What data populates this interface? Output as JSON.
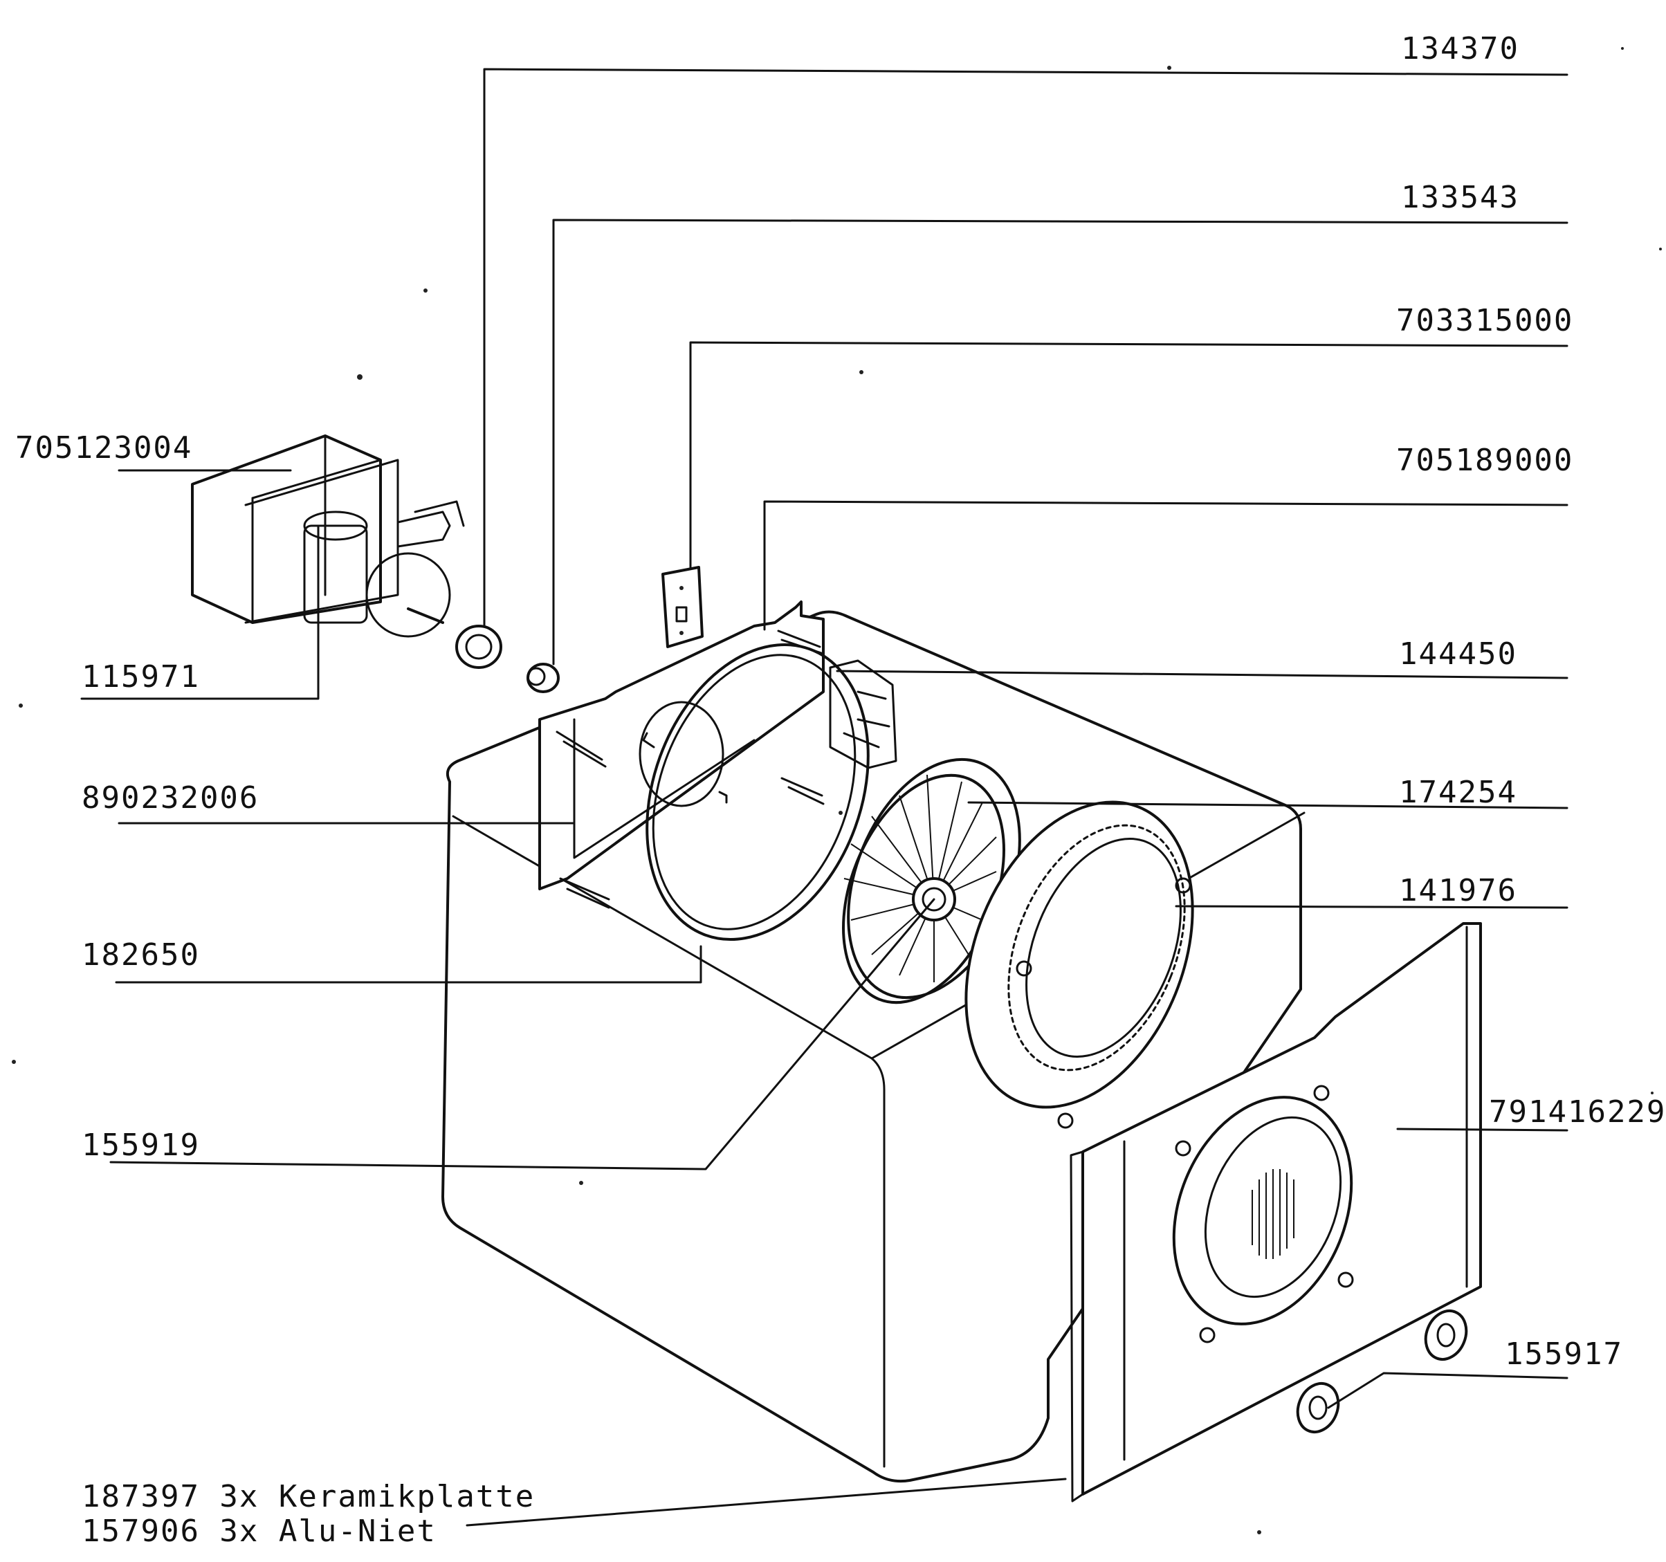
{
  "labels": {
    "p134370": "134370",
    "p133543": "133543",
    "p703315000": "703315000",
    "p705189000": "705189000",
    "p705123004": "705123004",
    "p144450": "144450",
    "p115971": "115971",
    "p174254": "174254",
    "p890232006": "890232006",
    "p141976": "141976",
    "p182650": "182650",
    "p791416229": "791416229",
    "p155919": "155919",
    "p155917": "155917",
    "note1": "187397 3x Keramikplatte",
    "note2": "157906 3x Alu-Niet"
  }
}
